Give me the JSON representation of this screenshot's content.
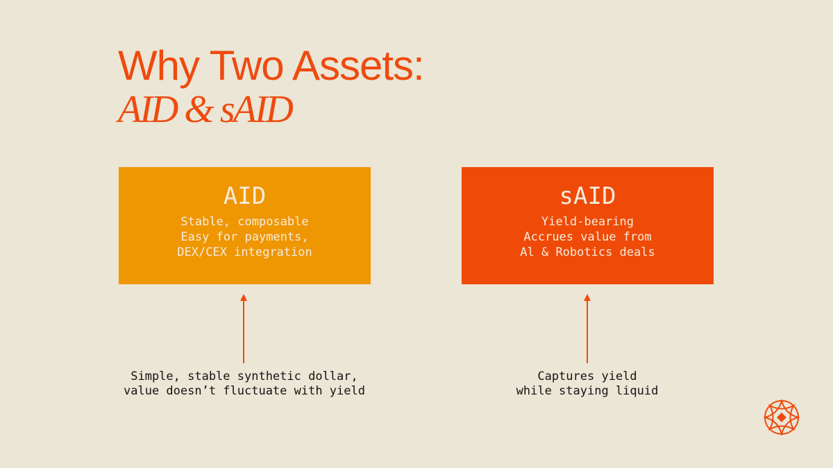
{
  "slide": {
    "title": "Why Two Assets:",
    "subtitle": "AID & sAID"
  },
  "cards": {
    "aid": {
      "name": "AID",
      "lines": [
        "Stable, composable",
        "Easy for payments,",
        "DEX/CEX integration"
      ]
    },
    "said": {
      "name": "sAID",
      "lines": [
        "Yield-bearing",
        "Accrues value from",
        "Al & Robotics deals"
      ]
    }
  },
  "captions": {
    "aid": [
      "Simple, stable synthetic dollar,",
      "value doesn’t fluctuate with yield"
    ],
    "said": [
      "Captures yield",
      "while staying liquid"
    ]
  },
  "colors": {
    "background": "#ebe6d6",
    "accent": "#ef4a0f",
    "aid_card": "#ef9603",
    "said_card": "#ef4a08"
  },
  "icons": {
    "logo": "compass-star-logo-icon",
    "arrow": "arrow-up-icon"
  }
}
